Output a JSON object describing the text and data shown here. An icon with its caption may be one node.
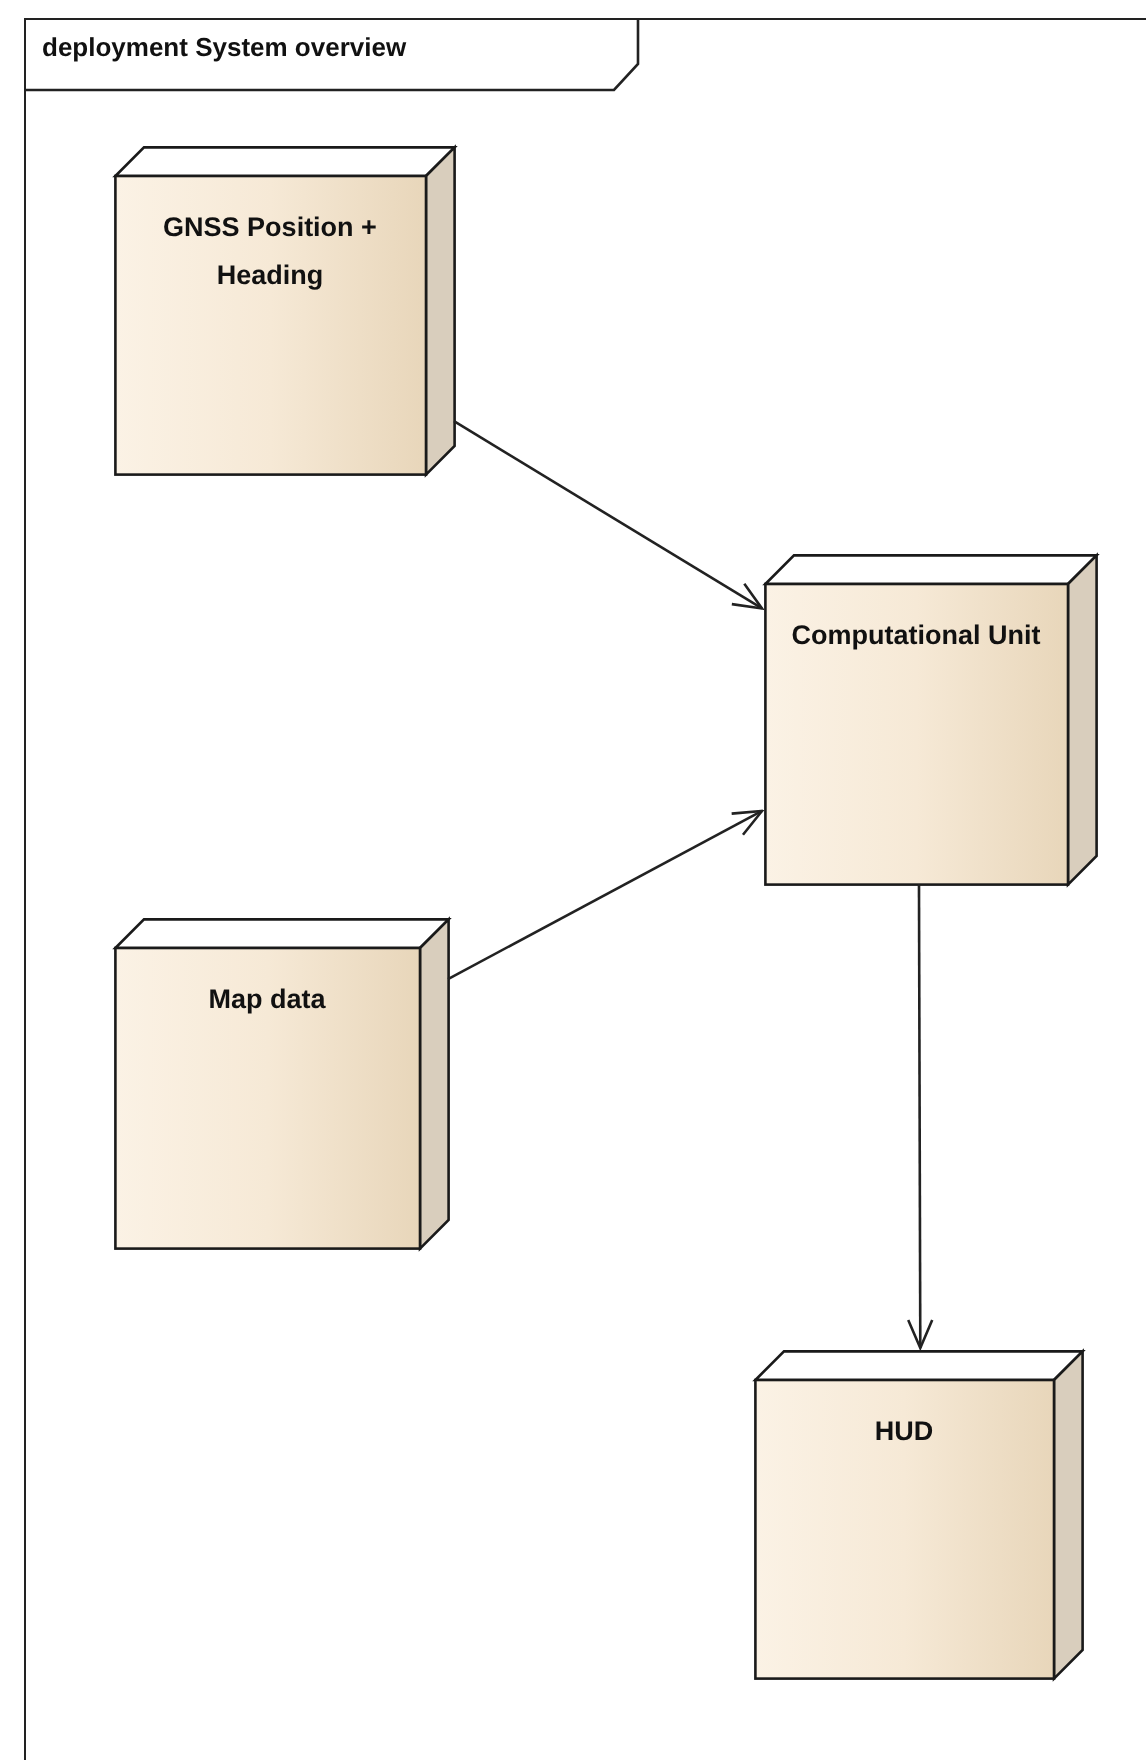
{
  "diagram": {
    "nodes": [
      {
        "text": [
          "deployment System overview"
        ]
      },
      {
        "text": [
          "GNSS Position + Heading"
        ],
        "in": 0
      },
      {
        "text": [
          "Computational Unit"
        ],
        "in": 0
      },
      {
        "text": [
          "Map data"
        ],
        "in": 0
      },
      {
        "text": [
          "HUD"
        ],
        "in": 0
      }
    ],
    "edges": [
      {
        "from": 1,
        "to": 2,
        "arrow": "to"
      },
      {
        "from": 3,
        "to": 2,
        "arrow": "to"
      },
      {
        "from": 2,
        "to": 4,
        "arrow": "to"
      }
    ]
  }
}
